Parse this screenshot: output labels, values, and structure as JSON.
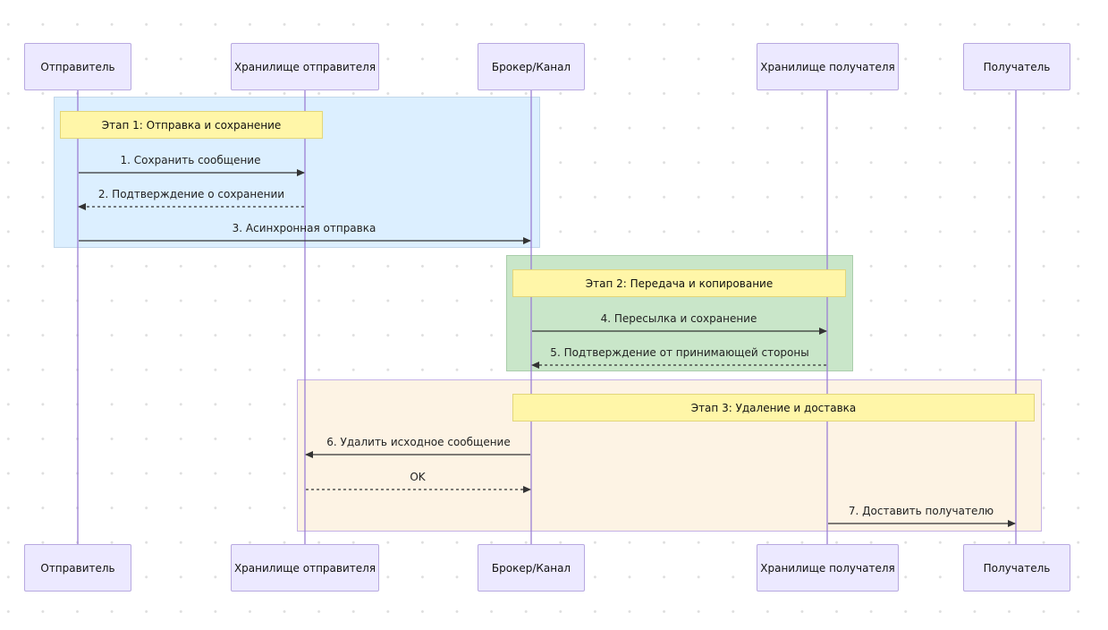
{
  "participants": [
    {
      "label": "Отправитель"
    },
    {
      "label": "Хранилище отправителя"
    },
    {
      "label": "Брокер/Канал"
    },
    {
      "label": "Хранилище получателя"
    },
    {
      "label": "Получатель"
    }
  ],
  "notes": [
    {
      "label": "Этап 1: Отправка и сохранение"
    },
    {
      "label": "Этап 2: Передача и копирование"
    },
    {
      "label": "Этап 3: Удаление и доставка"
    }
  ],
  "messages": [
    {
      "label": "1. Сохранить сообщение",
      "from": "Отправитель",
      "to": "Хранилище отправителя",
      "style": "solid"
    },
    {
      "label": "2. Подтверждение о сохранении",
      "from": "Хранилище отправителя",
      "to": "Отправитель",
      "style": "dashed"
    },
    {
      "label": "3. Асинхронная отправка",
      "from": "Отправитель",
      "to": "Брокер/Канал",
      "style": "solid"
    },
    {
      "label": "4. Пересылка и сохранение",
      "from": "Брокер/Канал",
      "to": "Хранилище получателя",
      "style": "solid"
    },
    {
      "label": "5. Подтверждение от принимающей стороны",
      "from": "Хранилище получателя",
      "to": "Брокер/Канал",
      "style": "dashed"
    },
    {
      "label": "6. Удалить исходное сообщение",
      "from": "Брокер/Канал",
      "to": "Хранилище отправителя",
      "style": "solid"
    },
    {
      "label": "OK",
      "from": "Хранилище отправителя",
      "to": "Брокер/Канал",
      "style": "dashed"
    },
    {
      "label": "7. Доставить получателю",
      "from": "Хранилище получателя",
      "to": "Получатель",
      "style": "solid"
    }
  ],
  "colors": {
    "lifeline": "#9b7fd4",
    "actor_fill": "#ece9ff",
    "actor_border": "#b8a9e0",
    "note_fill": "#fff6a8",
    "stage1_fill": "#dcefff",
    "stage2_fill": "#c9e6c9",
    "stage3_fill": "#fdf3e4",
    "arrow": "#333333"
  }
}
